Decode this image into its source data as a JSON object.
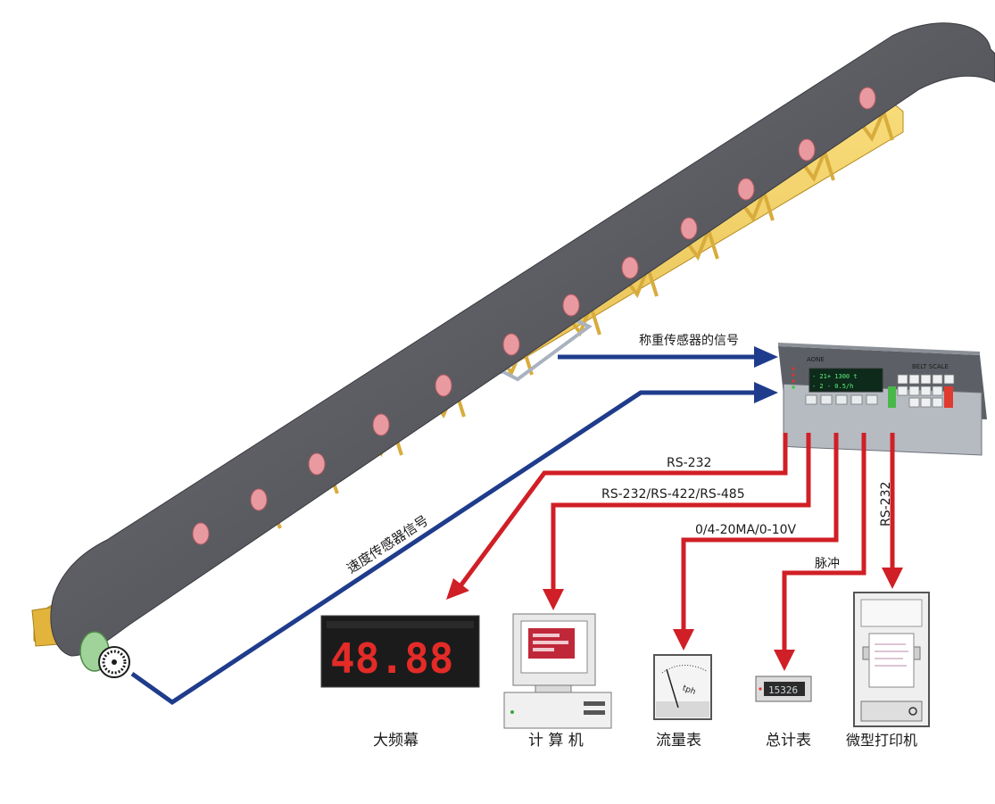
{
  "signals": {
    "weigh_sensor": "称重传感器的信号",
    "speed_sensor": "速度传感器信号"
  },
  "controller": {
    "brand": "AONE",
    "model": "BELT SCALE",
    "line1": "- 21+   1300  t",
    "line2": "- 2 -     0.5/h"
  },
  "outputs": {
    "rs232_display": "RS-232",
    "rs_multi": "RS-232/RS-422/RS-485",
    "analog": "0/4-20MA/0-10V",
    "pulse": "脉冲",
    "rs232_printer": "RS-232"
  },
  "devices": {
    "big_screen": {
      "label": "大频幕",
      "digits": "48.88"
    },
    "computer": {
      "label": "计 算 机"
    },
    "flow_meter": {
      "label": "流量表",
      "unit": "tph"
    },
    "totalizer": {
      "label": "总计表",
      "value": "15326"
    },
    "printer": {
      "label": "微型打印机"
    }
  },
  "colors": {
    "red_arrow": "#d01f26",
    "blue_arrow": "#1f3c8c",
    "belt": "#5e5f64",
    "frame": "#f2c94c"
  }
}
